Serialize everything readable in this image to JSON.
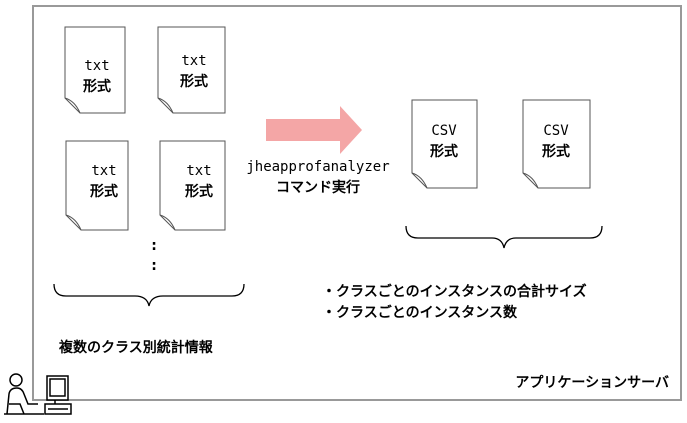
{
  "server_label": "アプリケーションサーバ",
  "input_docs": [
    {
      "line1": "txt",
      "line2": "形式"
    },
    {
      "line1": "txt",
      "line2": "形式"
    },
    {
      "line1": "txt",
      "line2": "形式"
    },
    {
      "line1": "txt",
      "line2": "形式"
    }
  ],
  "ellipsis": ":",
  "input_caption": "複数のクラス別統計情報",
  "command": {
    "line1": "jheapprofanalyzer",
    "line2": "コマンド実行"
  },
  "output_docs": [
    {
      "line1": "CSV",
      "line2": "形式"
    },
    {
      "line1": "CSV",
      "line2": "形式"
    }
  ],
  "output_notes": [
    "・クラスごとのインスタンスの合計サイズ",
    "・クラスごとのインスタンス数"
  ],
  "colors": {
    "arrow": "#f4a6a6",
    "border": "#999999"
  },
  "icons": {
    "user_at_workstation": "user-at-computer-icon"
  }
}
